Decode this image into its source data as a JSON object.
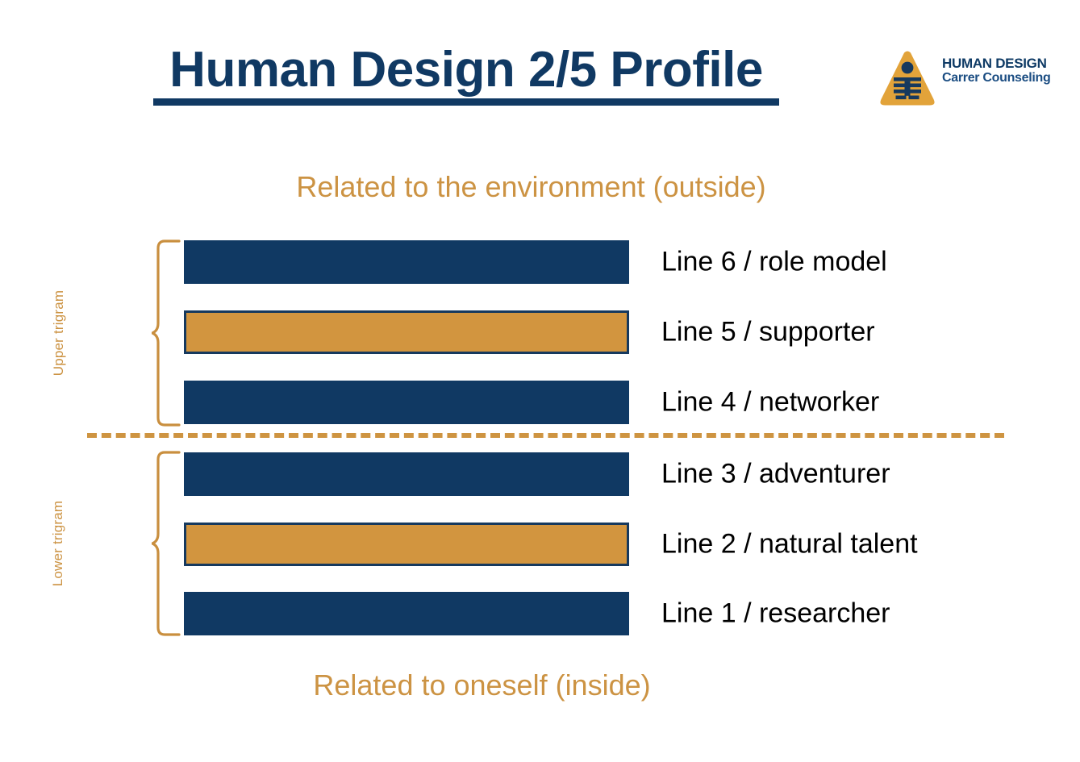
{
  "title": "Human Design 2/5 Profile",
  "logo": {
    "name_line1": "HUMAN DESIGN",
    "name_line2": "Carrer Counseling",
    "triangle_color": "#e2a33a",
    "mark_color": "#16395e"
  },
  "captions": {
    "top": "Related to the environment (outside)",
    "bottom": "Related to oneself (inside)"
  },
  "colors": {
    "navy": "#103963",
    "gold": "#d2953f",
    "accent_text": "#cc9343",
    "divider": "#ce9441",
    "label_text": "#000000"
  },
  "groups": [
    {
      "key": "upper",
      "label": "Upper trigram",
      "rows": [
        {
          "id": "row-6",
          "label": "Line 6 / role model",
          "line_number": 6,
          "role": "role model",
          "style": "navy",
          "highlighted": false
        },
        {
          "id": "row-5",
          "label": "Line 5 / supporter",
          "line_number": 5,
          "role": "supporter",
          "style": "gold",
          "highlighted": true
        },
        {
          "id": "row-4",
          "label": "Line 4 / networker",
          "line_number": 4,
          "role": "networker",
          "style": "navy",
          "highlighted": false
        }
      ]
    },
    {
      "key": "lower",
      "label": "Lower trigram",
      "rows": [
        {
          "id": "row-3",
          "label": "Line 3 / adventurer",
          "line_number": 3,
          "role": "adventurer",
          "style": "navy",
          "highlighted": false
        },
        {
          "id": "row-2",
          "label": "Line 2 / natural talent",
          "line_number": 2,
          "role": "natural talent",
          "style": "gold",
          "highlighted": true
        },
        {
          "id": "row-1",
          "label": "Line 1 / researcher",
          "line_number": 1,
          "role": "researcher",
          "style": "navy",
          "highlighted": false
        }
      ]
    }
  ]
}
